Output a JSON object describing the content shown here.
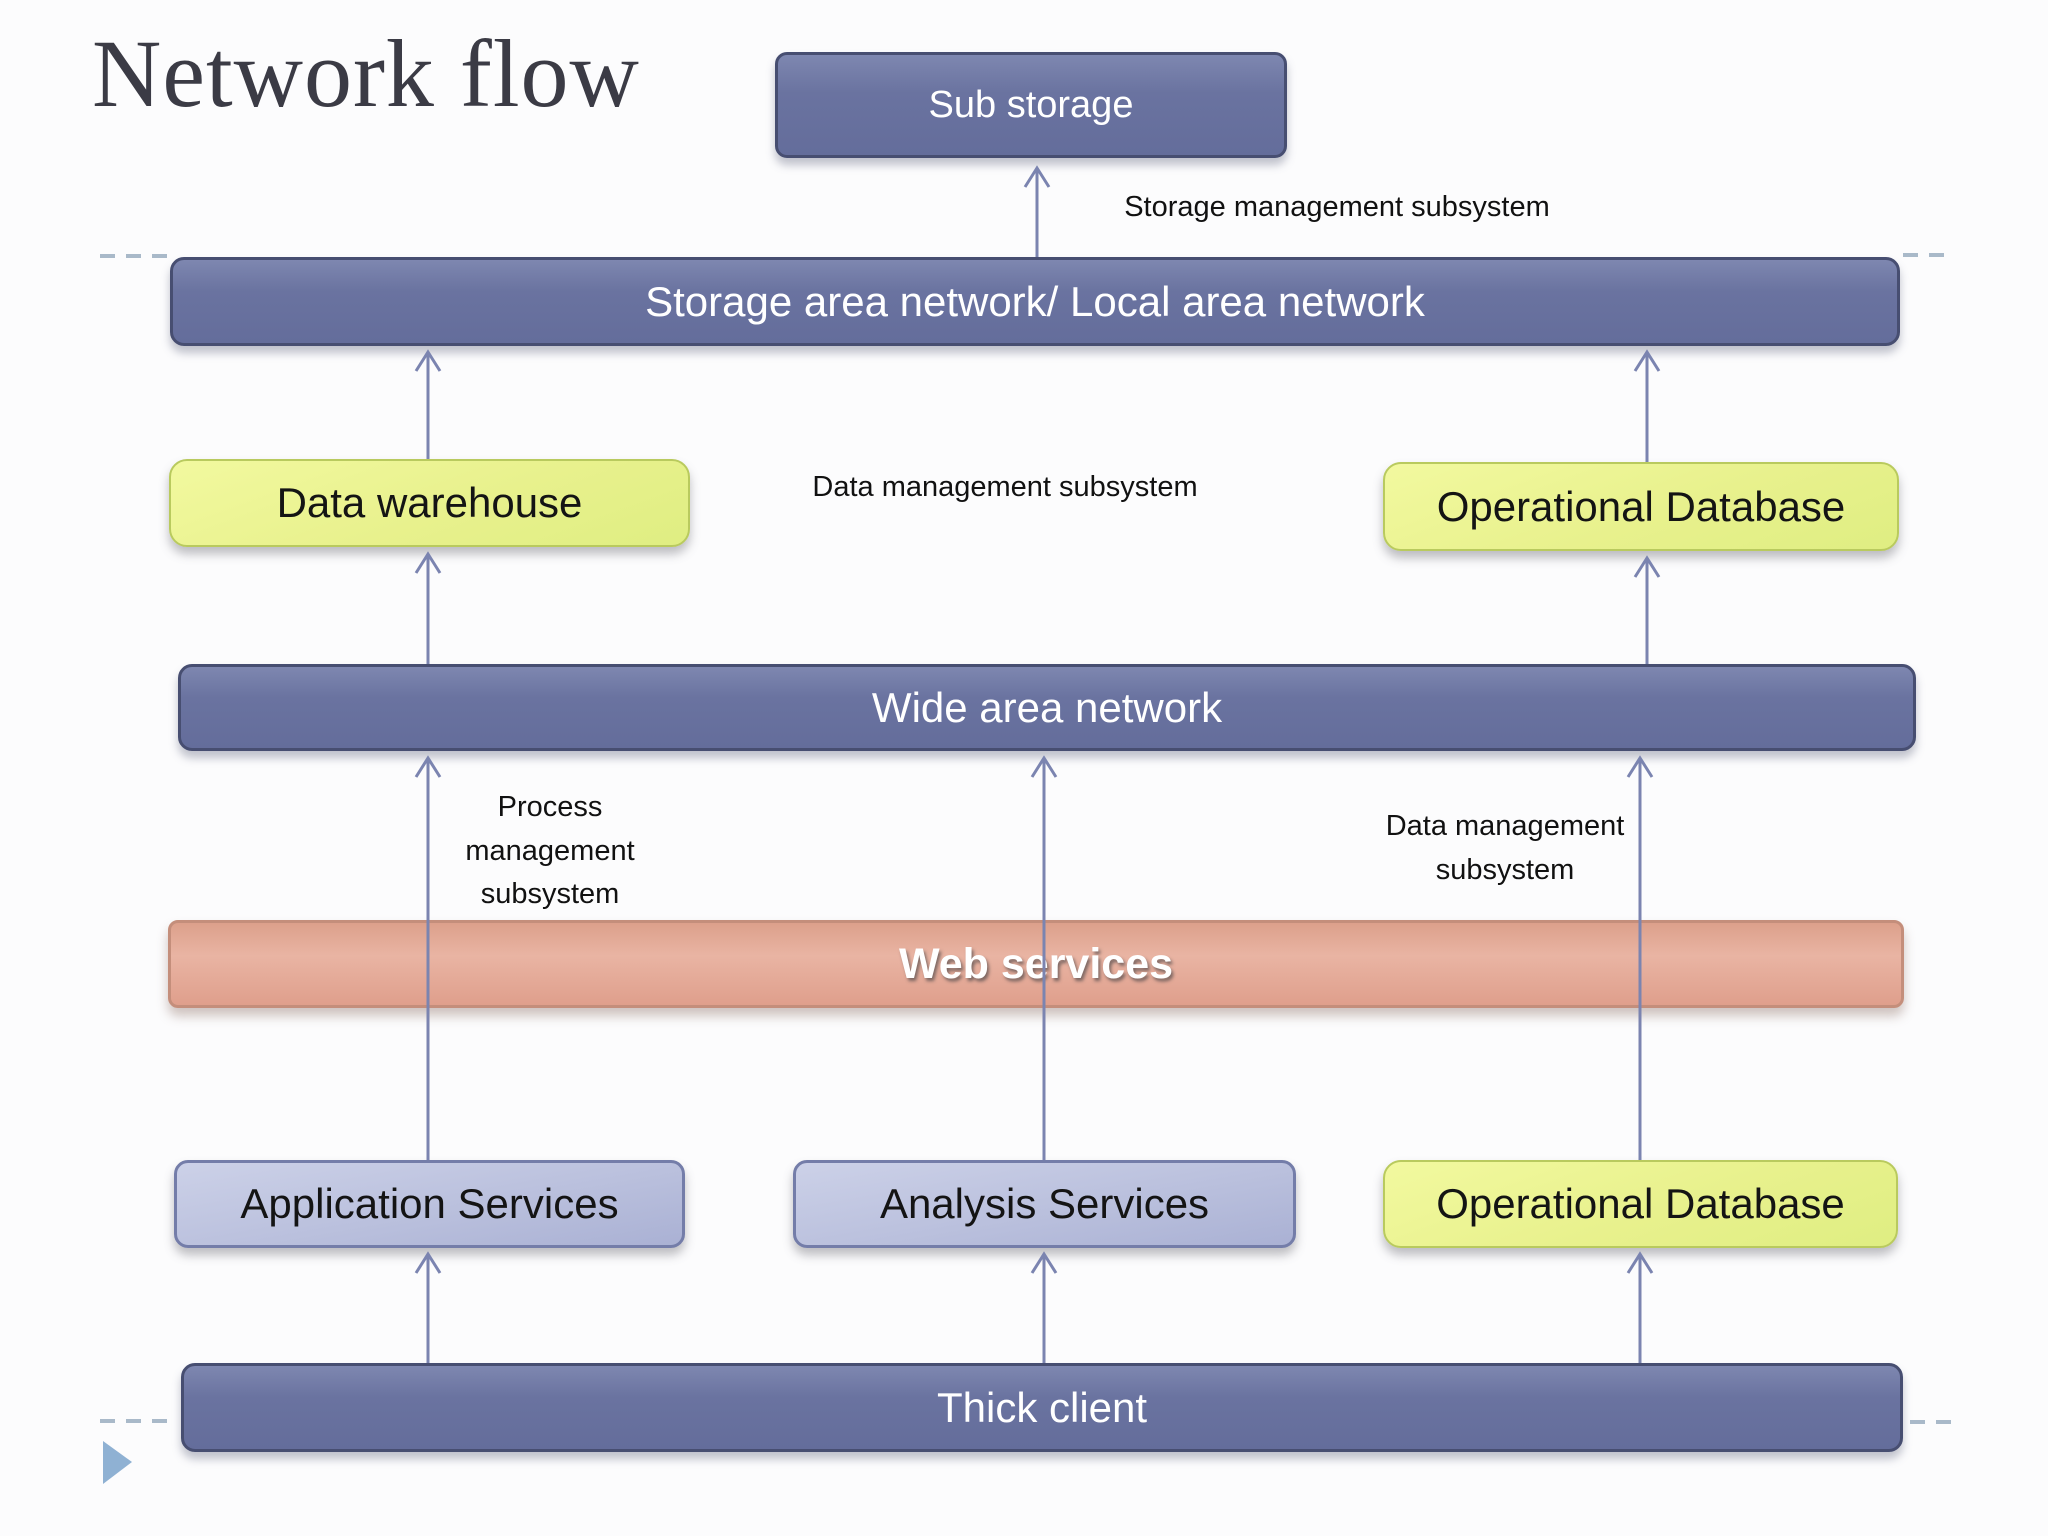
{
  "slide": {
    "title": "Network flow"
  },
  "boxes": {
    "sub_storage": "Sub storage",
    "san_lan": "Storage area network/ Local area network",
    "data_warehouse": "Data warehouse",
    "operational_db_top": "Operational Database",
    "wan": "Wide area network",
    "web_services": "Web services",
    "application_services": "Application Services",
    "analysis_services": "Analysis Services",
    "operational_db_bottom": "Operational Database",
    "thick_client": "Thick client"
  },
  "annotations": {
    "storage_mgmt": "Storage management subsystem",
    "data_mgmt_upper": "Data management subsystem",
    "process_mgmt": "Process management subsystem",
    "data_mgmt_right": "Data management subsystem"
  },
  "icons": {
    "slide_advance": "play-triangle"
  },
  "colors": {
    "background": "#fcfcfd",
    "bar_fill_top": "#7e87b0",
    "bar_fill": "#6a73a0",
    "bar_border": "#474e71",
    "bar_text": "#ffffff",
    "yellow_fill_top": "#f2f99f",
    "yellow_fill": "#dfee82",
    "yellow_border": "#b9ca5e",
    "blue_fill_top": "#ccd1e8",
    "blue_fill": "#aab1d4",
    "blue_border": "#747da9",
    "salmon_fill_top": "#dca08b",
    "salmon_fill": "#e9b4a3",
    "salmon_fill_bottom": "#df9f8c",
    "salmon_border": "#c48e7b",
    "arrow": "#7b84b0",
    "dash": "#a9b9c9",
    "triangle": "#8fb1d3",
    "title_text": "#3b3b45",
    "annotation_text": "#111111"
  }
}
